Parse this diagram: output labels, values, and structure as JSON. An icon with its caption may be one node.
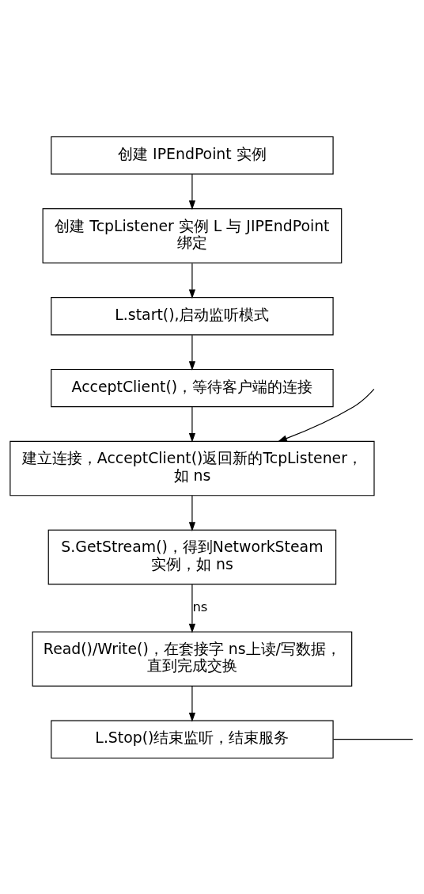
{
  "diagram": {
    "nodes": [
      {
        "text": [
          "创建 IPEndPoint 实例"
        ]
      },
      {
        "text": [
          "创建 TcpListener 实例 L 与 JIPEndPoint 绑定"
        ]
      },
      {
        "text": [
          "L.start(),启动监听模式"
        ]
      },
      {
        "text": [
          "AcceptClient()，等待客户端的连接"
        ]
      },
      {
        "text": [
          "建立连接，AcceptClient()返回新的TcpListener，如 ns"
        ]
      },
      {
        "text": [
          "S.GetStream()，得到NetworkSteam 实例，如 ns"
        ]
      },
      {
        "text": [
          "Read()/Write()，在套接字 ns上读/写数据，直到完成交换"
        ]
      },
      {
        "text": [
          "L.Stop()结束监听，结束服务"
        ]
      }
    ],
    "edges": [
      {
        "from": 0,
        "to": 1,
        "arrow": "to"
      },
      {
        "from": 1,
        "to": 2,
        "arrow": "to"
      },
      {
        "from": 2,
        "to": 3,
        "arrow": "to"
      },
      {
        "from": 3,
        "to": 4,
        "arrow": "to"
      },
      {
        "from": 4,
        "to": 5,
        "arrow": "to"
      },
      {
        "from": 5,
        "to": 6,
        "arrow": "to",
        "label": "ns"
      },
      {
        "from": 6,
        "to": 7,
        "arrow": "to"
      },
      {
        "from": null,
        "to": 4,
        "arrow": "to"
      },
      {
        "from": 7,
        "to": null,
        "arrow": "none"
      }
    ]
  }
}
